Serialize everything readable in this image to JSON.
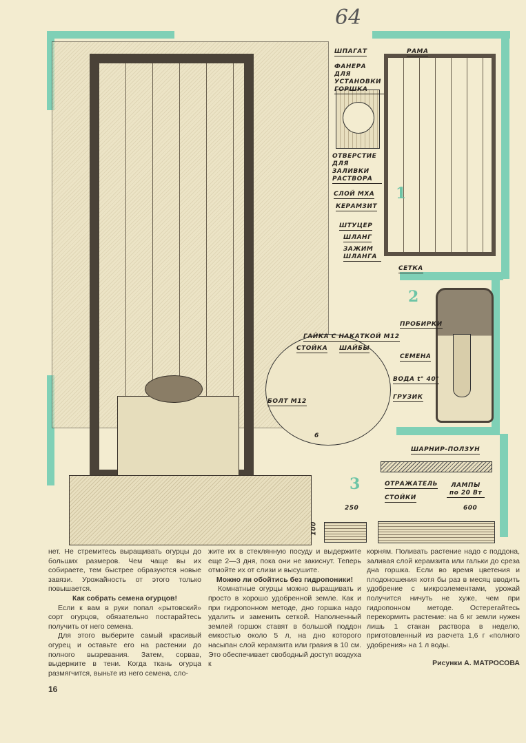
{
  "handwritten_number": "64",
  "figures": {
    "fig1_number": "1",
    "fig2_number": "2",
    "fig3_number": "3",
    "fig1_labels": [
      "ШПАГАТ",
      "РАМА",
      "ФАНЕРА ДЛЯ УСТАНОВКИ ГОРШКА",
      "ОТВЕРСТИЕ ДЛЯ ЗАЛИВКИ РАСТВОРА",
      "СЛОЙ МХА",
      "КЕРАМЗИТ",
      "ШТУЦЕР",
      "ШЛАНГ",
      "ЗАЖИМ ШЛАНГА",
      "СЕТКА"
    ],
    "detail_labels": [
      "ГАЙКА С НАКАТКОЙ М12",
      "СТОЙКА",
      "ШАЙБЫ",
      "БОЛТ М12",
      "6"
    ],
    "fig2_labels": [
      "ПРОБИРКИ",
      "СЕМЕНА",
      "ВОДА t° 40°",
      "ГРУЗИК"
    ],
    "fig3_labels": [
      "ШАРНИР-ПОЛЗУН",
      "ОТРАЖАТЕЛЬ",
      "СТОЙКИ",
      "ЛАМПЫ по 20 Вт",
      "250",
      "600",
      "100"
    ]
  },
  "article": {
    "col1": {
      "p1": "нет. Не стремитесь выращивать огурцы до больших размеров. Чем чаще вы их собираете, тем быстрее образуются новые завязи. Урожайность от этого только повышается.",
      "h1": "Как собрать семена огурцов!",
      "p2": "Если к вам в руки попал «рытовский» сорт огурцов, обязательно постарайтесь получить от него семена.",
      "p3": "Для этого выберите самый красивый огурец и оставьте его на растении до полного вызревания. Затем, сорвав, выдержите в тени. Когда ткань огурца размягчится, выньте из него семена, сло-"
    },
    "col2": {
      "p1": "жите их в стеклянную посуду и выдержите еще 2—3 дня, пока они не закиснут. Теперь отмойте их от слизи и высушите.",
      "h1": "Можно ли обойтись без гидропоники!",
      "p2": "Комнатные огурцы можно выращивать и просто в хорошо удобренной земле. Как и при гидропонном методе, дно горшка надо удалить и заменить сеткой. Наполненный землей горшок ставят в большой поддон емкостью около 5 л, на дно которого насыпан слой керамзита или гравия в 10 см. Это обеспечивает свободный доступ воздуха к"
    },
    "col3": {
      "p1": "корням. Поливать растение надо с поддона, заливая слой керамзита или гальки до среза дна горшка. Если во время цветения и плодоношения хотя бы раз в месяц вводить удобрение с микроэлементами, урожай получится ничуть не хуже, чем при гидропонном методе. Остерегайтесь перекормить растение: на 6 кг земли нужен лишь 1 стакан раствора в неделю, приготовленный из расчета 1,6 г «полного удобрения» на 1 л воды."
    },
    "credit": "Рисунки А. МАТРОСОВА"
  },
  "page_number": "16",
  "colors": {
    "accent": "#7fd0b6",
    "paper": "#f3ecd0"
  }
}
